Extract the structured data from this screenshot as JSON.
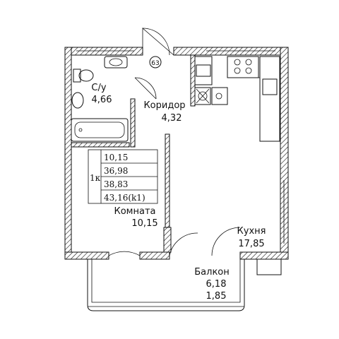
{
  "rooms": {
    "bathroom": {
      "name": "С/у",
      "area": "4,66"
    },
    "corridor": {
      "name": "Коридор",
      "area": "4,32"
    },
    "room": {
      "name": "Комната",
      "area": "10,15"
    },
    "kitchen": {
      "name": "Кухня",
      "area": "17,85"
    },
    "balcony": {
      "name": "Балкон",
      "area": "6,18",
      "area2": "1,85"
    }
  },
  "summary": {
    "type": "1к",
    "values": [
      "10,15",
      "36,98",
      "38,83",
      "43,16(k1)"
    ]
  },
  "marker": "63"
}
